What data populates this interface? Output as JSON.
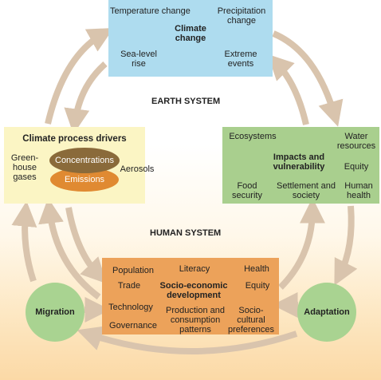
{
  "climate_change": {
    "title": "Climate change",
    "temperature": "Temperature change",
    "precipitation": "Precipitation change",
    "sea_level": "Sea-level rise",
    "extreme": "Extreme events"
  },
  "earth_system": "EARTH SYSTEM",
  "human_system": "HUMAN SYSTEM",
  "drivers": {
    "title": "Climate process drivers",
    "greenhouse": "Green- house gases",
    "concentrations": "Concentrations",
    "emissions": "Emissions",
    "aerosols": "Aerosols"
  },
  "impacts": {
    "title": "Impacts and vulnerability",
    "ecosystems": "Ecosystems",
    "water": "Water resources",
    "equity": "Equity",
    "food": "Food security",
    "settlement": "Settlement and society",
    "health": "Human health"
  },
  "socio": {
    "title": "Socio-economic development",
    "population": "Population",
    "literacy": "Literacy",
    "health": "Health",
    "trade": "Trade",
    "equity": "Equity",
    "technology": "Technology",
    "production": "Production and consumption patterns",
    "sociocultural": "Socio- cultural preferences",
    "governance": "Governance"
  },
  "migration": "Migration",
  "adaptation": "Adaptation",
  "colors": {
    "climate_box": "#aedcef",
    "drivers_box": "#fbf5c4",
    "impacts_box": "#a9cf8e",
    "socio_box": "#eca25a",
    "arrow": "#d9c4ad",
    "circle": "#a9d391"
  }
}
